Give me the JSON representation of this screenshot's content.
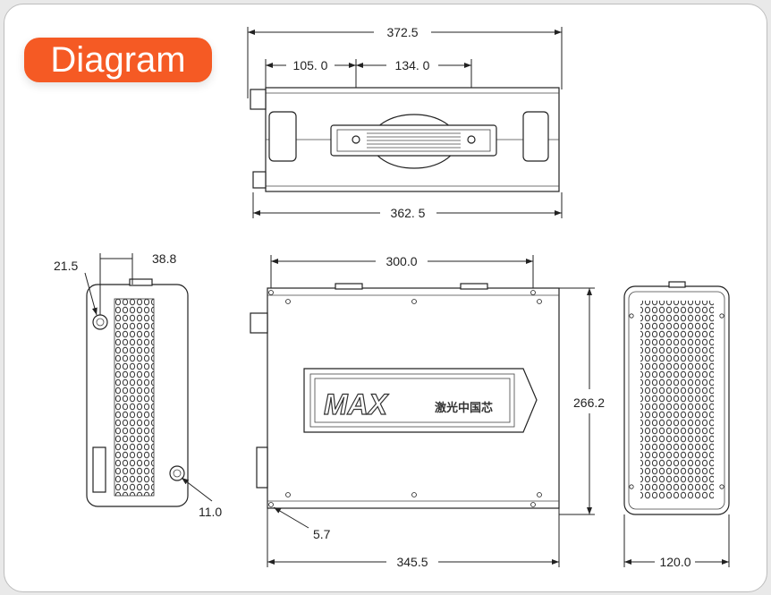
{
  "badge": {
    "label": "Diagram",
    "color": "#f55a24"
  },
  "top_view": {
    "overall_length": "372.5",
    "body_length": "362. 5",
    "hole_offset": "105. 0",
    "hole_spacing": "134. 0"
  },
  "side_view": {
    "port_offset": "21.5",
    "vent_offset": "38.8",
    "connector_diameter": "11.0"
  },
  "front_view": {
    "mount_spacing": "300.0",
    "height": "266.2",
    "length": "345.5",
    "hole_offset": "5.7",
    "logo": "MAX",
    "logo_subtitle": "激光中国芯"
  },
  "end_view": {
    "width": "120.0"
  }
}
